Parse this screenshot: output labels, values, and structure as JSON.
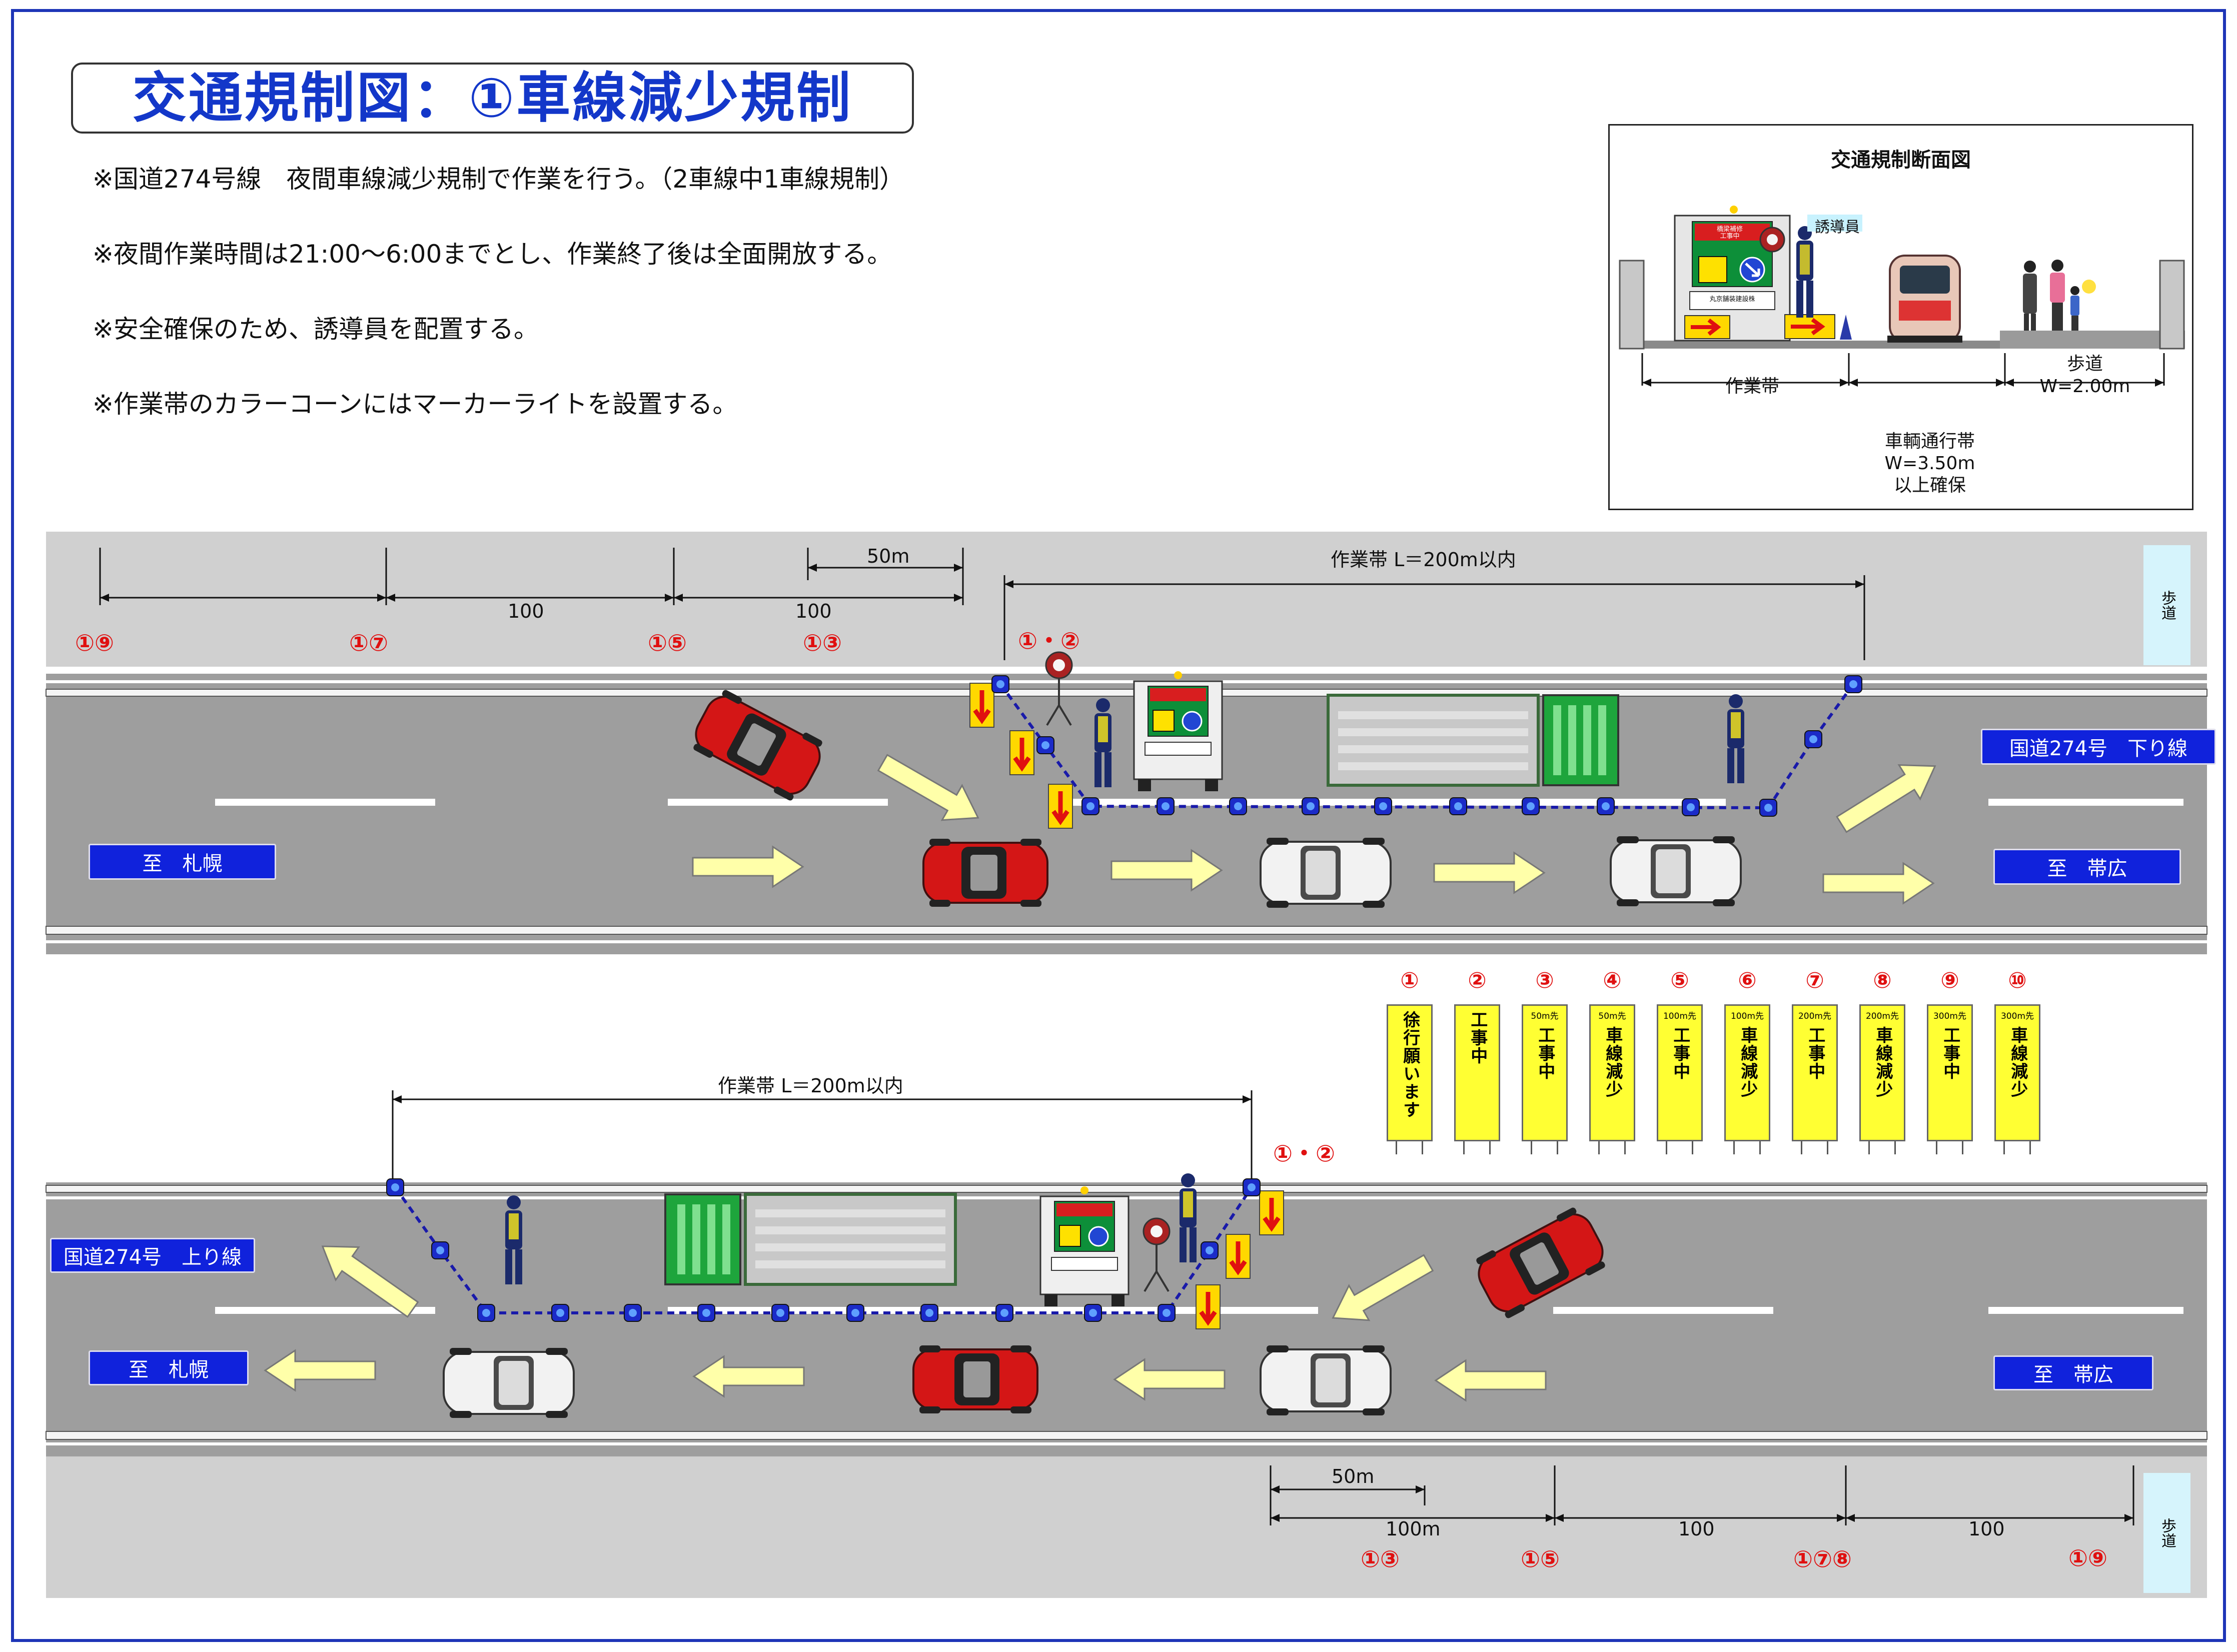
{
  "title": "交通規制図：①車線減少規制",
  "notes": [
    "※国道274号線　夜間車線減少規制で作業を行う。（2車線中1車線規制）",
    "※夜間作業時間は21:00～6:00までとし、作業終了後は全面開放する。",
    "※安全確保のため、誘導員を配置する。",
    "※作業帯のカラーコーンにはマーカーライトを設置する。"
  ],
  "cross_section": {
    "title": "交通規制断面図",
    "guide_label": "誘導員",
    "work_zone": "作業帯",
    "sidewalk": "歩道",
    "sidewalk_width": "W=2.00m",
    "lane_label": "車輌通行帯",
    "lane_width": "W=3.50m",
    "lane_note": "以上確保",
    "vehicle_sign_top": "橋梁補修",
    "vehicle_sign_mid": "工事中",
    "vehicle_company": "丸京舗装建設株"
  },
  "upper_road": {
    "route_label": "国道274号　下り線",
    "to_left": "至　札幌",
    "to_right": "至　帯広",
    "sidewalk_tag": "歩道",
    "work_zone_label": "作業帯 L＝200m以内",
    "dims": [
      "100",
      "100",
      "50m"
    ],
    "sign_positions": [
      "①⑨",
      "①⑦",
      "①⑤",
      "①③"
    ],
    "entry_label": "①・②"
  },
  "lower_road": {
    "route_label": "国道274号　上り線",
    "to_left": "至　札幌",
    "to_right": "至　帯広",
    "sidewalk_tag": "歩道",
    "work_zone_label": "作業帯 L＝200m以内",
    "dims": [
      "50m",
      "100m",
      "100",
      "100"
    ],
    "sign_positions": [
      "①③",
      "①⑤",
      "①⑦⑧",
      "①⑨"
    ],
    "entry_label": "①・②"
  },
  "signs": [
    {
      "num": "①",
      "top": "",
      "text": "徐行願います"
    },
    {
      "num": "②",
      "top": "",
      "text": "工事中"
    },
    {
      "num": "③",
      "top": "50m先",
      "text": "工事中"
    },
    {
      "num": "④",
      "top": "50m先",
      "text": "車線減少"
    },
    {
      "num": "⑤",
      "top": "100m先",
      "text": "工事中"
    },
    {
      "num": "⑥",
      "top": "100m先",
      "text": "車線減少"
    },
    {
      "num": "⑦",
      "top": "200m先",
      "text": "工事中"
    },
    {
      "num": "⑧",
      "top": "200m先",
      "text": "車線減少"
    },
    {
      "num": "⑨",
      "top": "300m先",
      "text": "工事中"
    },
    {
      "num": "⑩",
      "top": "300m先",
      "text": "車線減少"
    }
  ],
  "colors": {
    "frame": "#1f35b8",
    "title": "#1237c9",
    "road": "#9e9e9e",
    "shoulder": "#d0d0d0",
    "route_box": "#1122dd",
    "red_label": "#e01010",
    "sign": "#ffff33",
    "arrow": "#ffffaa",
    "cone_line": "#1a1aaa"
  }
}
